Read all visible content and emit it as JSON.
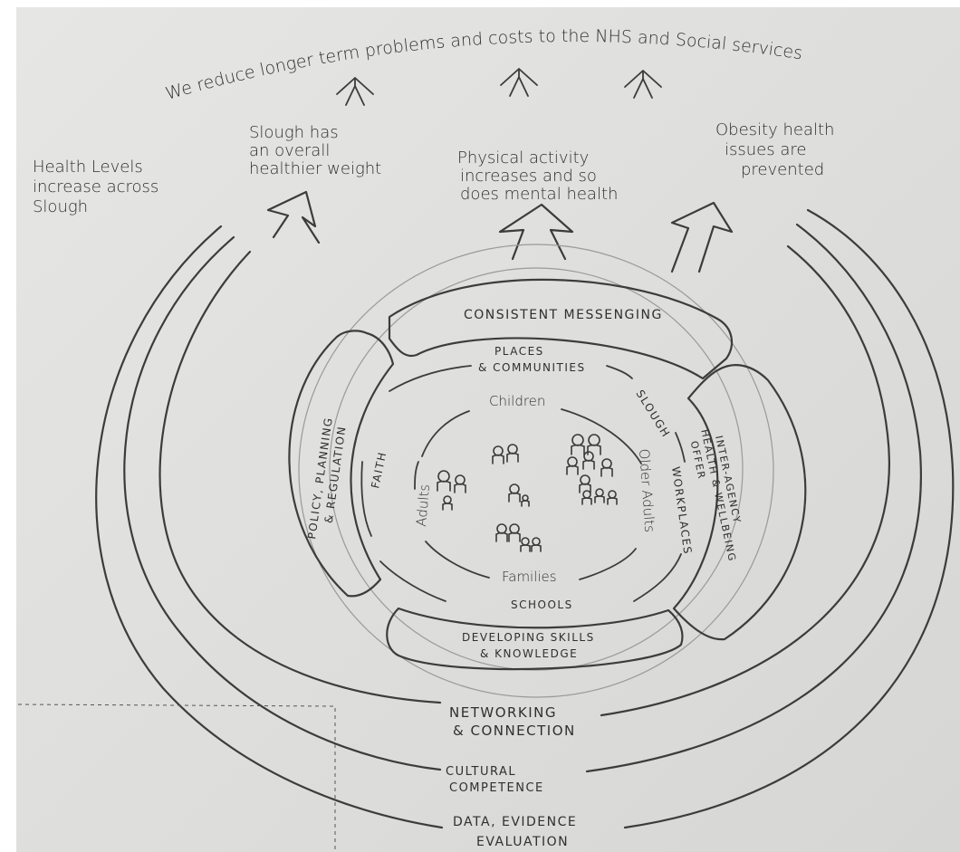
{
  "top_message": "We reduce longer term problems and costs to the NHS and Social services",
  "outcomes": {
    "health_levels": [
      "Health Levels",
      "increase across",
      "Slough"
    ],
    "healthier_weight": [
      "Slough has",
      "an overall",
      "healthier weight"
    ],
    "physical_activity": [
      "Physical activity",
      "increases and so",
      "does mental health"
    ],
    "obesity": [
      "Obesity health",
      "issues are",
      "prevented"
    ]
  },
  "outer_arcs": {
    "networking": [
      "NETWORKING",
      "& CONNECTION"
    ],
    "cultural": [
      "CULTURAL",
      "COMPETENCE"
    ],
    "data": [
      "DATA, EVIDENCE",
      "EVALUATION"
    ]
  },
  "segments": {
    "consistent_messaging": "CONSISTENT MESSENGING",
    "policy": [
      "POLICY, PLANNING",
      "& REGULATION"
    ],
    "interagency": [
      "INTER-AGENCY",
      "HEALTH & WELLBEING",
      "OFFER"
    ],
    "developing_skills": [
      "DEVELOPING SKILLS",
      "& KNOWLEDGE"
    ]
  },
  "settings": {
    "places": [
      "PLACES",
      "& COMMUNITIES"
    ],
    "slough": "SLOUGH",
    "workplaces": "WORKPLACES",
    "schools": "SCHOOLS",
    "faith": "FAITH"
  },
  "groups": {
    "children": "Children",
    "adults": "Adults",
    "older_adults": "Older Adults",
    "families": "Families"
  }
}
